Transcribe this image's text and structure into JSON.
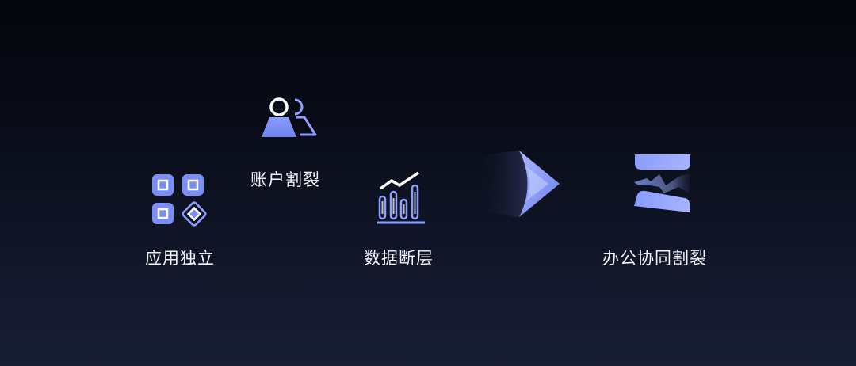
{
  "diagram": {
    "nodes": [
      {
        "id": "app",
        "label": "应用独立",
        "icon": "apps-grid-icon"
      },
      {
        "id": "account",
        "label": "账户割裂",
        "icon": "users-icon"
      },
      {
        "id": "data",
        "label": "数据断层",
        "icon": "chart-icon"
      },
      {
        "id": "arrow",
        "label": "",
        "icon": "arrow-right-icon"
      },
      {
        "id": "office",
        "label": "办公协同割裂",
        "icon": "split-break-icon"
      }
    ],
    "colors": {
      "accent": "#7a8ef5",
      "accent_light": "#9fb0ff",
      "text": "#f2f3f7",
      "white_stroke": "#ffffff",
      "bg_top": "#04060d",
      "bg_bottom": "#171d33"
    }
  }
}
